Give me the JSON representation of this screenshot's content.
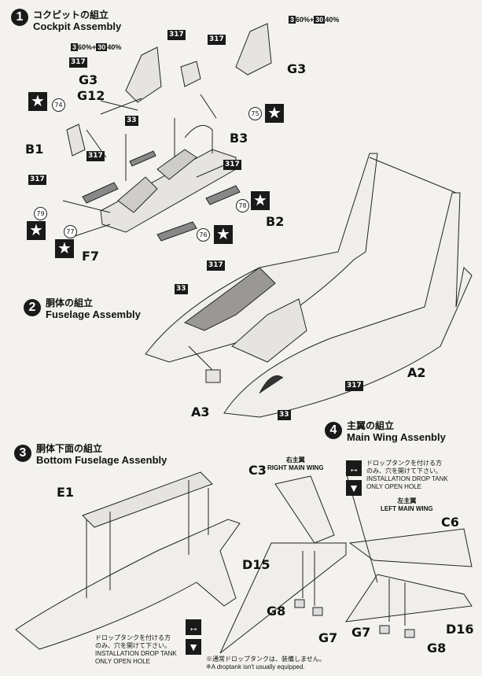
{
  "steps": [
    {
      "num": "1",
      "jp": "コクピットの組立",
      "en": "Cockpit Assembly"
    },
    {
      "num": "2",
      "jp": "胴体の組立",
      "en": "Fuselage Assembly"
    },
    {
      "num": "3",
      "jp": "胴体下面の組立",
      "en": "Bottom Fuselage Assenbly"
    },
    {
      "num": "4",
      "jp": "主翼の組立",
      "en": "Main Wing Assenbly"
    }
  ],
  "parts": {
    "g3_left": "G3",
    "g12": "G12",
    "g3_right": "G3",
    "b1": "B1",
    "b3": "B3",
    "f7": "F7",
    "b2": "B2",
    "a2": "A2",
    "a3": "A3",
    "e1": "E1",
    "c3": "C3",
    "c6": "C6",
    "d15": "D15",
    "d16": "D16",
    "g8_left": "G8",
    "g7_left": "G7",
    "g7_right": "G7",
    "g8_right": "G8"
  },
  "codes": {
    "c317": "317",
    "c33": "33",
    "c3": "3",
    "c30": "30"
  },
  "mix": {
    "a": "60%",
    "plus": "+",
    "b": "40%"
  },
  "decals": [
    "74",
    "75",
    "76",
    "77",
    "78",
    "79"
  ],
  "star": "★",
  "wings": {
    "right_jp": "右主翼",
    "right_en": "RIGHT MAIN WING",
    "left_jp": "左主翼",
    "left_en": "LEFT MAIN WING"
  },
  "notes": {
    "drop_jp1": "ドロップタンクを付ける方",
    "drop_jp2": "のみ、穴を開けて下さい。",
    "drop_en1": "INSTALLATION DROP TANK",
    "drop_en2": "ONLY OPEN HOLE",
    "drop_short_jp1": "ドロップタンクを付ける方",
    "drop_short_jp2": "のみ、穴を開けて下さい。",
    "drop_short_en1": "INSTALLATION DROP TANK",
    "drop_short_en2": "ONLY OPEN HOLE",
    "footer_jp": "※通常ドロップタンクは、装備しません。",
    "footer_en": "※A droptank isn't usually equipped."
  }
}
